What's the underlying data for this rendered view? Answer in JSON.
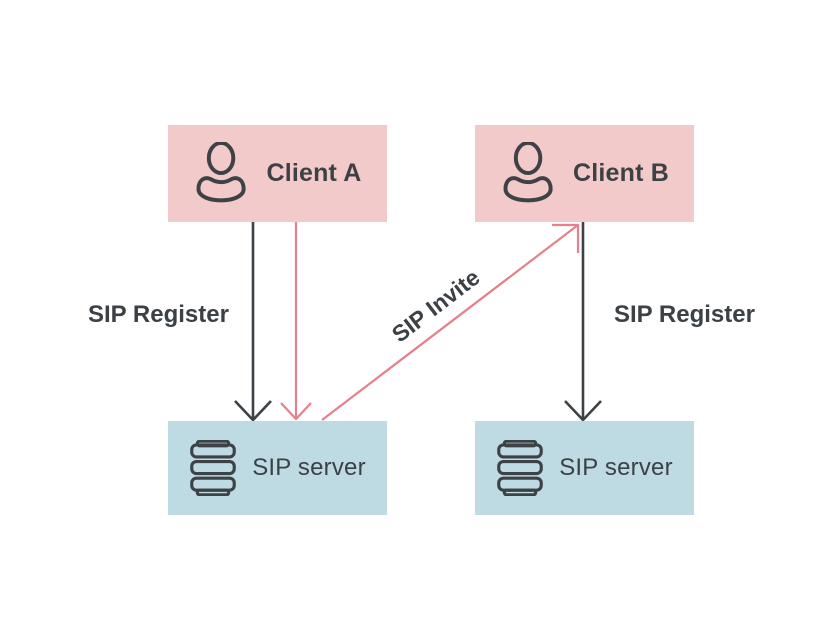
{
  "diagram": {
    "nodes": {
      "client_a": {
        "label": "Client A",
        "icon": "person-icon"
      },
      "client_b": {
        "label": "Client B",
        "icon": "person-icon"
      },
      "server_left": {
        "label": "SIP server",
        "icon": "database-icon"
      },
      "server_right": {
        "label": "SIP server",
        "icon": "database-icon"
      }
    },
    "edges": {
      "register_left": {
        "label": "SIP Register",
        "from": "client_a",
        "to": "server_left",
        "style": "black-solid-arrow",
        "direction": "down"
      },
      "register_right": {
        "label": "SIP Register",
        "from": "client_b",
        "to": "server_right",
        "style": "black-solid-arrow",
        "direction": "down"
      },
      "invite_down": {
        "from": "client_a",
        "to": "server_left",
        "style": "pink-solid-arrow",
        "direction": "down"
      },
      "invite_up": {
        "label": "SIP Invite",
        "from": "server_left",
        "to": "client_b",
        "style": "pink-solid-arrow",
        "direction": "up-right"
      }
    },
    "colors": {
      "client_box_fill": "#f3caca",
      "server_box_fill": "#bedbe4",
      "dark_stroke_text": "#3c4146",
      "pink_arrow": "#e5808c",
      "background": "#ffffff"
    }
  }
}
